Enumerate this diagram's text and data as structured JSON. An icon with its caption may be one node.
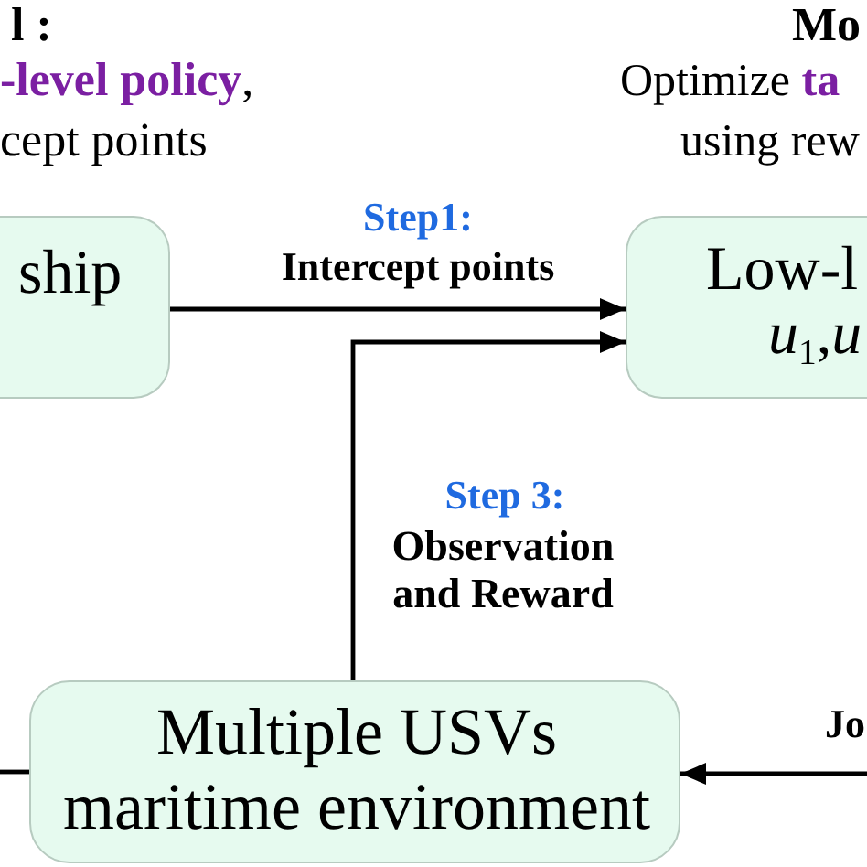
{
  "diagram": {
    "nodes": [
      {
        "text": [
          "ship"
        ]
      },
      {
        "text": [
          "Low-l",
          "*u*$_{1}$,*u*"
        ]
      },
      {
        "text": [
          "Multiple USVs maritime environment"
        ]
      }
    ],
    "edges": [
      {
        "from": 0,
        "to": 1,
        "arrow": "to",
        "label": "Intercept points"
      },
      {
        "from": 2,
        "to": 1,
        "arrow": "to",
        "label": "Observation and Reward"
      },
      {
        "from": 2,
        "to": null,
        "arrow": "none"
      },
      {
        "from": null,
        "to": 2,
        "arrow": "to",
        "label": "Jo"
      }
    ],
    "labels": [
      "l :",
      "**-level policy**,",
      "cept points",
      "Mo",
      "Optimize **ta**",
      "using rew",
      "Step1:",
      "Step 3:"
    ]
  }
}
